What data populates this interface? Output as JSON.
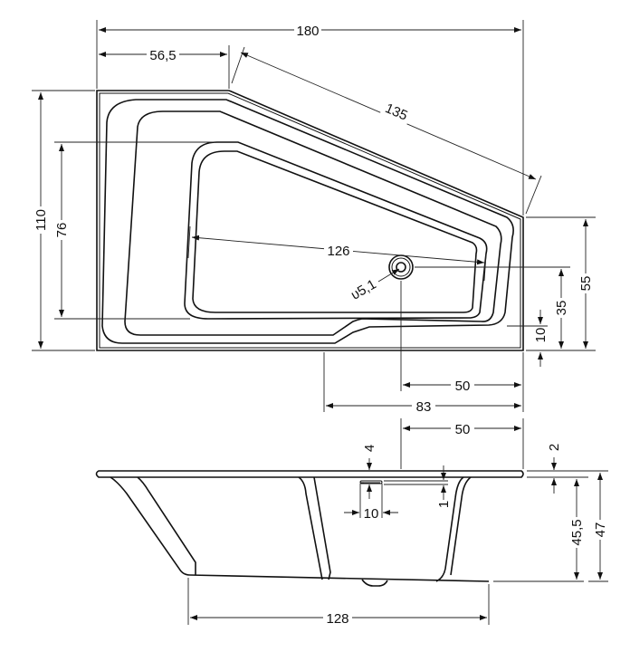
{
  "top_view": {
    "overall_length": "180",
    "short_side_length": "56,5",
    "slanted_edge_length": "135",
    "overall_width": "110",
    "inner_width": "76",
    "inner_length": "126",
    "drain_diameter": "υ5,1",
    "right_side_width": "55",
    "drain_from_front": "35",
    "step_height": "10",
    "drain_from_right": "50",
    "front_cut_length": "83"
  },
  "side_view": {
    "overflow_from_right": "50",
    "overflow_from_top": "4",
    "rim_thickness": "2",
    "overflow_height": "1",
    "overflow_width": "10",
    "inner_depth": "45,5",
    "total_height": "47",
    "bottom_length": "128"
  }
}
